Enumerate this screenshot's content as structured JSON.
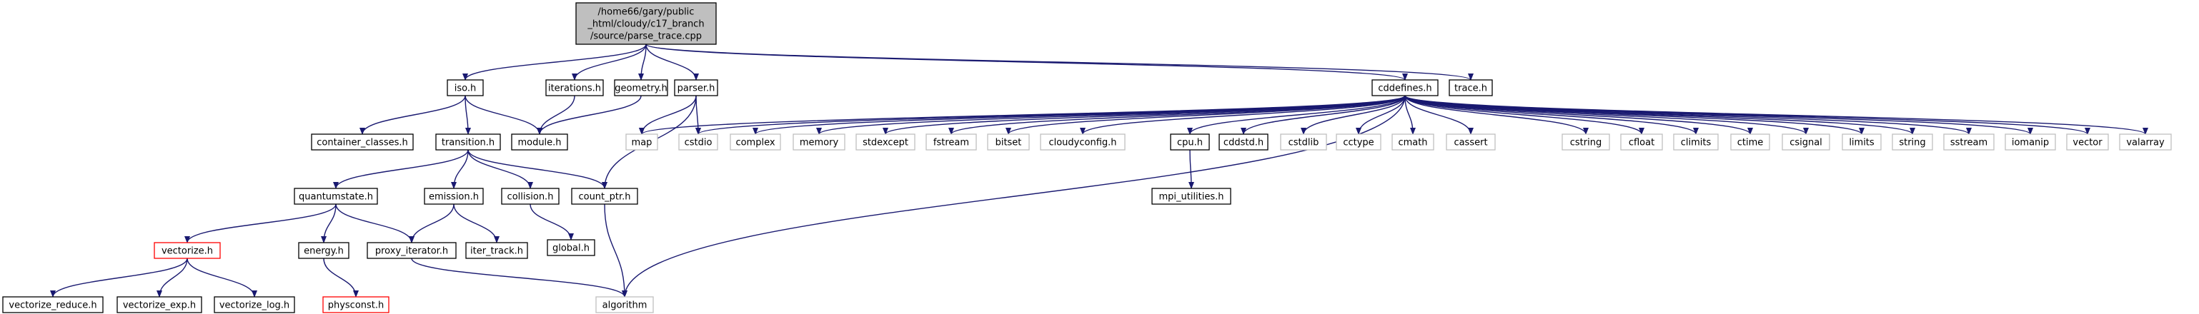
{
  "colors": {
    "edge": "#191970",
    "root_fill": "#bfbfbf",
    "documented_border": "#000000",
    "undocumented_border": "#bfbfbf",
    "error_border": "#ff0000",
    "background": "#ffffff"
  },
  "graph": {
    "nodes": [
      {
        "id": "root",
        "lines": [
          "/home66/gary/public",
          "_html/cloudy/c17_branch",
          "/source/parse_trace.cpp"
        ],
        "kind": "root"
      },
      {
        "id": "iso_h",
        "lines": [
          "iso.h"
        ],
        "kind": "doc"
      },
      {
        "id": "iterations_h",
        "lines": [
          "iterations.h"
        ],
        "kind": "doc"
      },
      {
        "id": "geometry_h",
        "lines": [
          "geometry.h"
        ],
        "kind": "doc"
      },
      {
        "id": "parser_h",
        "lines": [
          "parser.h"
        ],
        "kind": "doc"
      },
      {
        "id": "cddefines_h",
        "lines": [
          "cddefines.h"
        ],
        "kind": "doc"
      },
      {
        "id": "trace_h",
        "lines": [
          "trace.h"
        ],
        "kind": "doc"
      },
      {
        "id": "container_classes_h",
        "lines": [
          "container_classes.h"
        ],
        "kind": "doc"
      },
      {
        "id": "module_h",
        "lines": [
          "module.h"
        ],
        "kind": "doc"
      },
      {
        "id": "transition_h",
        "lines": [
          "transition.h"
        ],
        "kind": "doc"
      },
      {
        "id": "map",
        "lines": [
          "map"
        ],
        "kind": "ext"
      },
      {
        "id": "cstdio",
        "lines": [
          "cstdio"
        ],
        "kind": "ext"
      },
      {
        "id": "complex",
        "lines": [
          "complex"
        ],
        "kind": "ext"
      },
      {
        "id": "memory",
        "lines": [
          "memory"
        ],
        "kind": "ext"
      },
      {
        "id": "stdexcept",
        "lines": [
          "stdexcept"
        ],
        "kind": "ext"
      },
      {
        "id": "fstream",
        "lines": [
          "fstream"
        ],
        "kind": "ext"
      },
      {
        "id": "bitset",
        "lines": [
          "bitset"
        ],
        "kind": "ext"
      },
      {
        "id": "cloudyconfig_h",
        "lines": [
          "cloudyconfig.h"
        ],
        "kind": "ext"
      },
      {
        "id": "cpu_h",
        "lines": [
          "cpu.h"
        ],
        "kind": "doc"
      },
      {
        "id": "cddstd_h",
        "lines": [
          "cddstd.h"
        ],
        "kind": "doc"
      },
      {
        "id": "cstdlib",
        "lines": [
          "cstdlib"
        ],
        "kind": "ext"
      },
      {
        "id": "cctype",
        "lines": [
          "cctype"
        ],
        "kind": "ext"
      },
      {
        "id": "cmath",
        "lines": [
          "cmath"
        ],
        "kind": "ext"
      },
      {
        "id": "cassert",
        "lines": [
          "cassert"
        ],
        "kind": "ext"
      },
      {
        "id": "cstring",
        "lines": [
          "cstring"
        ],
        "kind": "ext"
      },
      {
        "id": "cfloat",
        "lines": [
          "cfloat"
        ],
        "kind": "ext"
      },
      {
        "id": "climits",
        "lines": [
          "climits"
        ],
        "kind": "ext"
      },
      {
        "id": "ctime",
        "lines": [
          "ctime"
        ],
        "kind": "ext"
      },
      {
        "id": "csignal",
        "lines": [
          "csignal"
        ],
        "kind": "ext"
      },
      {
        "id": "limits",
        "lines": [
          "limits"
        ],
        "kind": "ext"
      },
      {
        "id": "string",
        "lines": [
          "string"
        ],
        "kind": "ext"
      },
      {
        "id": "sstream",
        "lines": [
          "sstream"
        ],
        "kind": "ext"
      },
      {
        "id": "iomanip",
        "lines": [
          "iomanip"
        ],
        "kind": "ext"
      },
      {
        "id": "vector",
        "lines": [
          "vector"
        ],
        "kind": "ext"
      },
      {
        "id": "valarray",
        "lines": [
          "valarray"
        ],
        "kind": "ext"
      },
      {
        "id": "mpi_utilities_h",
        "lines": [
          "mpi_utilities.h"
        ],
        "kind": "doc"
      },
      {
        "id": "quantumstate_h",
        "lines": [
          "quantumstate.h"
        ],
        "kind": "doc"
      },
      {
        "id": "emission_h",
        "lines": [
          "emission.h"
        ],
        "kind": "doc"
      },
      {
        "id": "collision_h",
        "lines": [
          "collision.h"
        ],
        "kind": "doc"
      },
      {
        "id": "count_ptr_h",
        "lines": [
          "count_ptr.h"
        ],
        "kind": "doc"
      },
      {
        "id": "global_h",
        "lines": [
          "global.h"
        ],
        "kind": "doc"
      },
      {
        "id": "vectorize_h",
        "lines": [
          "vectorize.h"
        ],
        "kind": "err"
      },
      {
        "id": "energy_h",
        "lines": [
          "energy.h"
        ],
        "kind": "doc"
      },
      {
        "id": "proxy_iterator_h",
        "lines": [
          "proxy_iterator.h"
        ],
        "kind": "doc"
      },
      {
        "id": "iter_track_h",
        "lines": [
          "iter_track.h"
        ],
        "kind": "doc"
      },
      {
        "id": "physconst_h",
        "lines": [
          "physconst.h"
        ],
        "kind": "err"
      },
      {
        "id": "vectorize_reduce_h",
        "lines": [
          "vectorize_reduce.h"
        ],
        "kind": "doc"
      },
      {
        "id": "vectorize_exp_h",
        "lines": [
          "vectorize_exp.h"
        ],
        "kind": "doc"
      },
      {
        "id": "vectorize_log_h",
        "lines": [
          "vectorize_log.h"
        ],
        "kind": "doc"
      },
      {
        "id": "algorithm",
        "lines": [
          "algorithm"
        ],
        "kind": "ext"
      }
    ],
    "edges": [
      [
        "root",
        "iso_h"
      ],
      [
        "root",
        "iterations_h"
      ],
      [
        "root",
        "geometry_h"
      ],
      [
        "root",
        "parser_h"
      ],
      [
        "root",
        "cddefines_h"
      ],
      [
        "root",
        "trace_h"
      ],
      [
        "iso_h",
        "container_classes_h"
      ],
      [
        "iso_h",
        "module_h"
      ],
      [
        "iso_h",
        "transition_h"
      ],
      [
        "iterations_h",
        "module_h"
      ],
      [
        "geometry_h",
        "module_h"
      ],
      [
        "parser_h",
        "map"
      ],
      [
        "parser_h",
        "cstdio"
      ],
      [
        "parser_h",
        "count_ptr_h"
      ],
      [
        "cddefines_h",
        "map"
      ],
      [
        "cddefines_h",
        "cstdio"
      ],
      [
        "cddefines_h",
        "complex"
      ],
      [
        "cddefines_h",
        "memory"
      ],
      [
        "cddefines_h",
        "stdexcept"
      ],
      [
        "cddefines_h",
        "fstream"
      ],
      [
        "cddefines_h",
        "bitset"
      ],
      [
        "cddefines_h",
        "cloudyconfig_h"
      ],
      [
        "cddefines_h",
        "cpu_h"
      ],
      [
        "cddefines_h",
        "cddstd_h"
      ],
      [
        "cddefines_h",
        "cstdlib"
      ],
      [
        "cddefines_h",
        "cctype"
      ],
      [
        "cddefines_h",
        "cmath"
      ],
      [
        "cddefines_h",
        "cassert"
      ],
      [
        "cddefines_h",
        "cstring"
      ],
      [
        "cddefines_h",
        "cfloat"
      ],
      [
        "cddefines_h",
        "climits"
      ],
      [
        "cddefines_h",
        "ctime"
      ],
      [
        "cddefines_h",
        "csignal"
      ],
      [
        "cddefines_h",
        "limits"
      ],
      [
        "cddefines_h",
        "string"
      ],
      [
        "cddefines_h",
        "sstream"
      ],
      [
        "cddefines_h",
        "iomanip"
      ],
      [
        "cddefines_h",
        "vector"
      ],
      [
        "cddefines_h",
        "valarray"
      ],
      [
        "cddefines_h",
        "algorithm"
      ],
      [
        "cpu_h",
        "mpi_utilities_h"
      ],
      [
        "transition_h",
        "quantumstate_h"
      ],
      [
        "transition_h",
        "emission_h"
      ],
      [
        "transition_h",
        "collision_h"
      ],
      [
        "transition_h",
        "count_ptr_h"
      ],
      [
        "quantumstate_h",
        "vectorize_h"
      ],
      [
        "quantumstate_h",
        "energy_h"
      ],
      [
        "quantumstate_h",
        "proxy_iterator_h"
      ],
      [
        "emission_h",
        "proxy_iterator_h"
      ],
      [
        "emission_h",
        "iter_track_h"
      ],
      [
        "collision_h",
        "global_h"
      ],
      [
        "count_ptr_h",
        "algorithm"
      ],
      [
        "vectorize_h",
        "vectorize_reduce_h"
      ],
      [
        "vectorize_h",
        "vectorize_exp_h"
      ],
      [
        "vectorize_h",
        "vectorize_log_h"
      ],
      [
        "energy_h",
        "physconst_h"
      ],
      [
        "proxy_iterator_h",
        "algorithm"
      ]
    ]
  }
}
